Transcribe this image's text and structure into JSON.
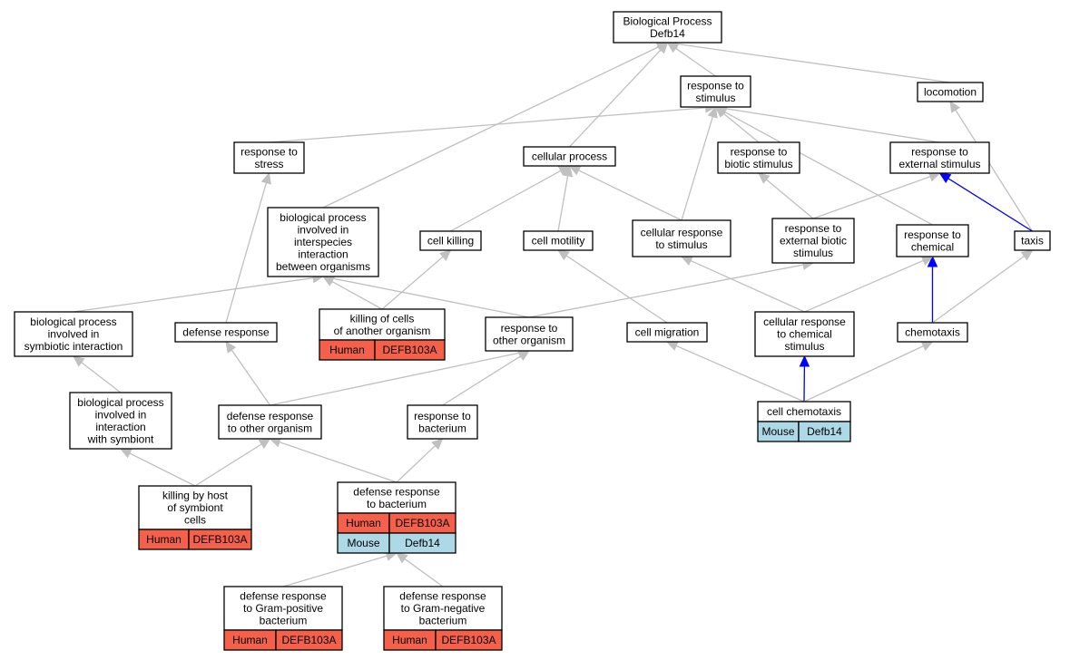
{
  "colors": {
    "human": "#f4604a",
    "mouse": "#add8e6",
    "edge_default": "#c0c0c0",
    "edge_highlight": "#0000ff"
  },
  "nodes": [
    {
      "id": "bp",
      "lines": [
        "Biological Process",
        "Defb14"
      ]
    },
    {
      "id": "rts",
      "lines": [
        "response to",
        "stimulus"
      ]
    },
    {
      "id": "loc",
      "lines": [
        "locomotion"
      ]
    },
    {
      "id": "rtstress",
      "lines": [
        "response to",
        "stress"
      ]
    },
    {
      "id": "cp",
      "lines": [
        "cellular process"
      ]
    },
    {
      "id": "rtbs",
      "lines": [
        "response to",
        "biotic stimulus"
      ]
    },
    {
      "id": "rtes",
      "lines": [
        "response to",
        "external stimulus"
      ]
    },
    {
      "id": "bpis",
      "lines": [
        "biological process",
        "involved in",
        "interspecies",
        "interaction",
        "between organisms"
      ]
    },
    {
      "id": "ck",
      "lines": [
        "cell killing"
      ]
    },
    {
      "id": "cm",
      "lines": [
        "cell motility"
      ]
    },
    {
      "id": "crts",
      "lines": [
        "cellular response",
        "to stimulus"
      ]
    },
    {
      "id": "rtebs",
      "lines": [
        "response to",
        "external biotic",
        "stimulus"
      ]
    },
    {
      "id": "rtc",
      "lines": [
        "response to",
        "chemical"
      ]
    },
    {
      "id": "taxis",
      "lines": [
        "taxis"
      ]
    },
    {
      "id": "bpsi",
      "lines": [
        "biological process",
        "involved in",
        "symbiotic interaction"
      ]
    },
    {
      "id": "dr",
      "lines": [
        "defense response"
      ]
    },
    {
      "id": "kcao",
      "lines": [
        "killing of cells",
        "of another organism"
      ],
      "tags": [
        {
          "species": "Human",
          "gene": "DEFB103A"
        }
      ]
    },
    {
      "id": "rtoo",
      "lines": [
        "response to",
        "other organism"
      ]
    },
    {
      "id": "cmig",
      "lines": [
        "cell migration"
      ]
    },
    {
      "id": "crtcs",
      "lines": [
        "cellular response",
        "to chemical",
        "stimulus"
      ]
    },
    {
      "id": "chem",
      "lines": [
        "chemotaxis"
      ]
    },
    {
      "id": "bpiws",
      "lines": [
        "biological process",
        "involved in",
        "interaction",
        "with symbiont"
      ]
    },
    {
      "id": "drtoo",
      "lines": [
        "defense response",
        "to other organism"
      ]
    },
    {
      "id": "rtb",
      "lines": [
        "response to",
        "bacterium"
      ]
    },
    {
      "id": "cchem",
      "lines": [
        "cell chemotaxis"
      ],
      "tags": [
        {
          "species": "Mouse",
          "gene": "Defb14"
        }
      ]
    },
    {
      "id": "khsc",
      "lines": [
        "killing by host",
        "of symbiont",
        "cells"
      ],
      "tags": [
        {
          "species": "Human",
          "gene": "DEFB103A"
        }
      ]
    },
    {
      "id": "drtb",
      "lines": [
        "defense response",
        "to bacterium"
      ],
      "tags": [
        {
          "species": "Human",
          "gene": "DEFB103A"
        },
        {
          "species": "Mouse",
          "gene": "Defb14"
        }
      ]
    },
    {
      "id": "drtgp",
      "lines": [
        "defense response",
        "to Gram-positive",
        "bacterium"
      ],
      "tags": [
        {
          "species": "Human",
          "gene": "DEFB103A"
        }
      ]
    },
    {
      "id": "drtgn",
      "lines": [
        "defense response",
        "to Gram-negative",
        "bacterium"
      ],
      "tags": [
        {
          "species": "Human",
          "gene": "DEFB103A"
        }
      ]
    }
  ],
  "edges": [
    {
      "from": "rts",
      "to": "bp"
    },
    {
      "from": "loc",
      "to": "bp"
    },
    {
      "from": "cp",
      "to": "bp"
    },
    {
      "from": "bpis",
      "to": "bp"
    },
    {
      "from": "rtstress",
      "to": "rts"
    },
    {
      "from": "rtbs",
      "to": "rts"
    },
    {
      "from": "rtes",
      "to": "rts"
    },
    {
      "from": "crts",
      "to": "rts"
    },
    {
      "from": "rtc",
      "to": "rts"
    },
    {
      "from": "taxis",
      "to": "loc"
    },
    {
      "from": "ck",
      "to": "cp"
    },
    {
      "from": "cm",
      "to": "cp"
    },
    {
      "from": "crts",
      "to": "cp"
    },
    {
      "from": "rtebs",
      "to": "rtbs"
    },
    {
      "from": "rtebs",
      "to": "rtes"
    },
    {
      "from": "taxis",
      "to": "rtes",
      "highlight": true
    },
    {
      "from": "chem",
      "to": "rtc",
      "highlight": true
    },
    {
      "from": "chem",
      "to": "taxis"
    },
    {
      "from": "crtcs",
      "to": "crts"
    },
    {
      "from": "crtcs",
      "to": "rtc"
    },
    {
      "from": "rtoo",
      "to": "rtebs"
    },
    {
      "from": "rtoo",
      "to": "bpis"
    },
    {
      "from": "kcao",
      "to": "bpis"
    },
    {
      "from": "kcao",
      "to": "ck"
    },
    {
      "from": "cmig",
      "to": "cm"
    },
    {
      "from": "bpsi",
      "to": "bpis"
    },
    {
      "from": "dr",
      "to": "rtstress"
    },
    {
      "from": "bpiws",
      "to": "bpsi"
    },
    {
      "from": "drtoo",
      "to": "dr"
    },
    {
      "from": "drtoo",
      "to": "rtoo"
    },
    {
      "from": "rtb",
      "to": "rtoo"
    },
    {
      "from": "cchem",
      "to": "cmig"
    },
    {
      "from": "cchem",
      "to": "crtcs",
      "highlight": true
    },
    {
      "from": "cchem",
      "to": "chem"
    },
    {
      "from": "khsc",
      "to": "bpiws"
    },
    {
      "from": "khsc",
      "to": "drtoo"
    },
    {
      "from": "drtb",
      "to": "drtoo"
    },
    {
      "from": "drtb",
      "to": "rtb"
    },
    {
      "from": "drtgp",
      "to": "drtb"
    },
    {
      "from": "drtgn",
      "to": "drtb"
    }
  ]
}
